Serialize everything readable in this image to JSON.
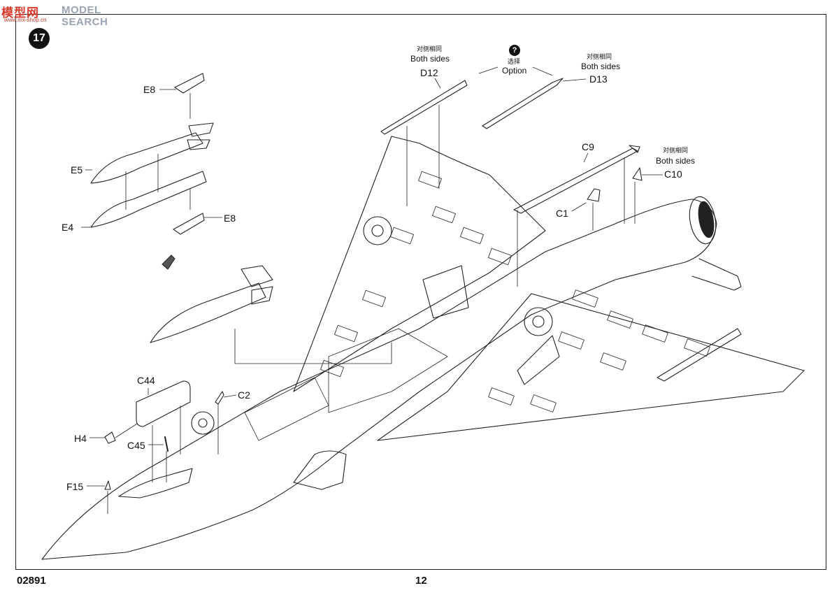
{
  "watermark": {
    "logo": "模型网",
    "text": "MODEL SEARCH",
    "sub": "www.mx-shop.cn"
  },
  "step": {
    "number": "17"
  },
  "labels": {
    "d12": {
      "cn": "对侧相同",
      "en": "Both sides",
      "part": "D12"
    },
    "option": {
      "icon": "?",
      "cn": "选择",
      "en": "Option"
    },
    "d13": {
      "cn": "对侧相同",
      "en": "Both sides",
      "part": "D13"
    },
    "c9": "C9",
    "c10": {
      "cn": "对侧相同",
      "en": "Both sides",
      "part": "C10"
    },
    "c1": "C1",
    "e8_top": "E8",
    "e5": "E5",
    "e4": "E4",
    "e8_bottom": "E8",
    "c44": "C44",
    "c2": "C2",
    "h4": "H4",
    "c45": "C45",
    "f15": "F15"
  },
  "footer": {
    "code": "02891",
    "page": "12"
  },
  "icons": [
    "question-icon",
    "step-badge-icon"
  ]
}
